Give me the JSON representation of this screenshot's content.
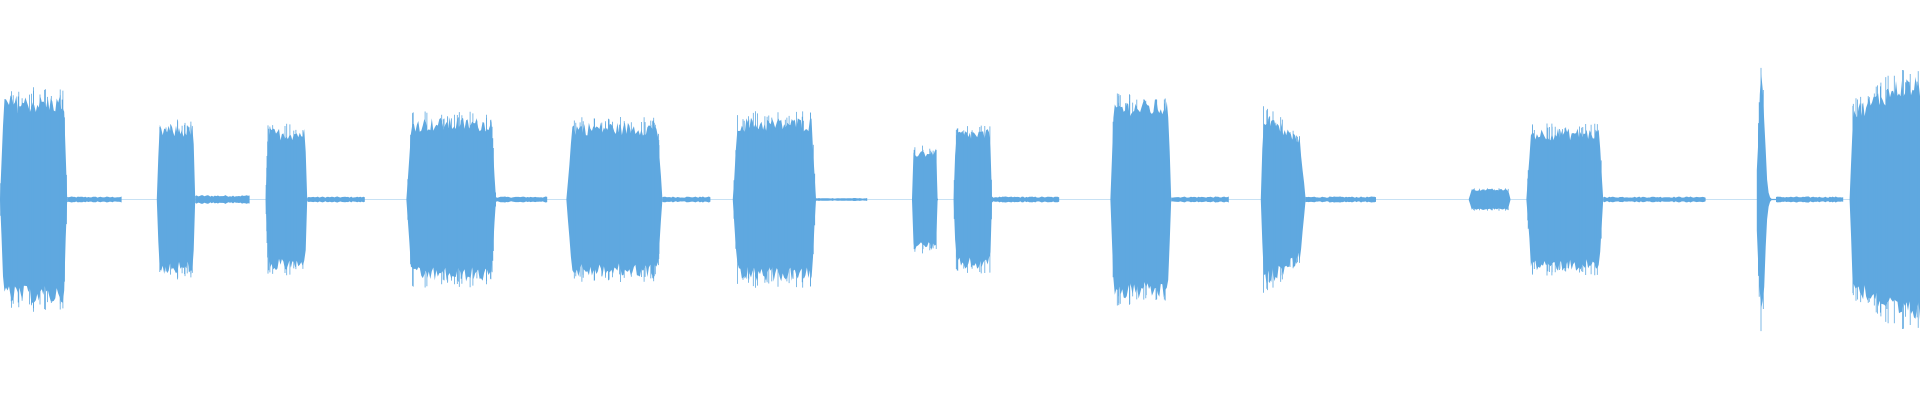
{
  "waveform": {
    "color": "#5fa8e0",
    "background": "#ffffff",
    "duration_s": 60,
    "peak_scale": 1.0,
    "bursts": [
      {
        "start_s": 0.0,
        "end_s": 2.1,
        "amp": 0.7,
        "shape": "flat"
      },
      {
        "start_s": 4.9,
        "end_s": 6.1,
        "amp": 0.5,
        "shape": "flat"
      },
      {
        "start_s": 8.3,
        "end_s": 9.6,
        "amp": 0.48,
        "shape": "flat"
      },
      {
        "start_s": 12.7,
        "end_s": 15.5,
        "amp": 0.55,
        "shape": "flat"
      },
      {
        "start_s": 17.7,
        "end_s": 20.7,
        "amp": 0.52,
        "shape": "flat"
      },
      {
        "start_s": 22.9,
        "end_s": 25.5,
        "amp": 0.55,
        "shape": "flat"
      },
      {
        "start_s": 28.5,
        "end_s": 29.3,
        "amp": 0.34,
        "shape": "flat"
      },
      {
        "start_s": 29.8,
        "end_s": 31.0,
        "amp": 0.47,
        "shape": "flat"
      },
      {
        "start_s": 34.7,
        "end_s": 36.6,
        "amp": 0.67,
        "shape": "flat"
      },
      {
        "start_s": 39.4,
        "end_s": 40.8,
        "amp": 0.61,
        "shape": "decay"
      },
      {
        "start_s": 45.9,
        "end_s": 47.2,
        "amp": 0.07,
        "shape": "flat"
      },
      {
        "start_s": 47.7,
        "end_s": 50.1,
        "amp": 0.48,
        "shape": "flat"
      },
      {
        "start_s": 54.9,
        "end_s": 55.5,
        "amp": 0.85,
        "shape": "spike"
      },
      {
        "start_s": 57.8,
        "end_s": 60.0,
        "amp": 0.82,
        "shape": "rise"
      }
    ],
    "tails": [
      {
        "start_s": 2.1,
        "end_s": 3.8,
        "amp": 0.02
      },
      {
        "start_s": 6.1,
        "end_s": 7.8,
        "amp": 0.03
      },
      {
        "start_s": 9.6,
        "end_s": 11.4,
        "amp": 0.02
      },
      {
        "start_s": 15.5,
        "end_s": 17.1,
        "amp": 0.02
      },
      {
        "start_s": 20.7,
        "end_s": 22.2,
        "amp": 0.02
      },
      {
        "start_s": 25.5,
        "end_s": 27.1,
        "amp": 0.01
      },
      {
        "start_s": 31.0,
        "end_s": 33.1,
        "amp": 0.02
      },
      {
        "start_s": 36.6,
        "end_s": 38.4,
        "amp": 0.02
      },
      {
        "start_s": 40.8,
        "end_s": 43.0,
        "amp": 0.02
      },
      {
        "start_s": 50.1,
        "end_s": 53.3,
        "amp": 0.02
      },
      {
        "start_s": 55.5,
        "end_s": 57.6,
        "amp": 0.02
      }
    ]
  }
}
